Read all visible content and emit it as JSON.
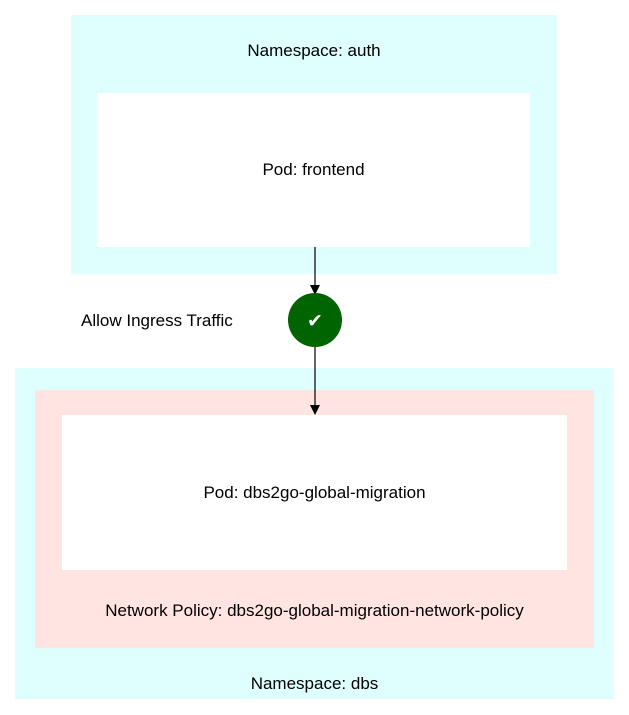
{
  "namespaces": {
    "auth": {
      "label": "Namespace: auth"
    },
    "dbs": {
      "label": "Namespace: dbs"
    }
  },
  "pods": {
    "frontend": {
      "label": "Pod: frontend"
    },
    "dbs_migration": {
      "label": "Pod: dbs2go-global-migration"
    }
  },
  "network_policy": {
    "label": "Network Policy: dbs2go-global-migration-network-policy"
  },
  "edge": {
    "label": "Allow Ingress Traffic",
    "decision_glyph": "✔",
    "decision_icon": "checkmark-icon",
    "decision_color": "#006400"
  },
  "colors": {
    "namespace_fill": "#dfffff",
    "policy_fill": "#ffe4e1",
    "pod_fill": "#ffffff"
  }
}
